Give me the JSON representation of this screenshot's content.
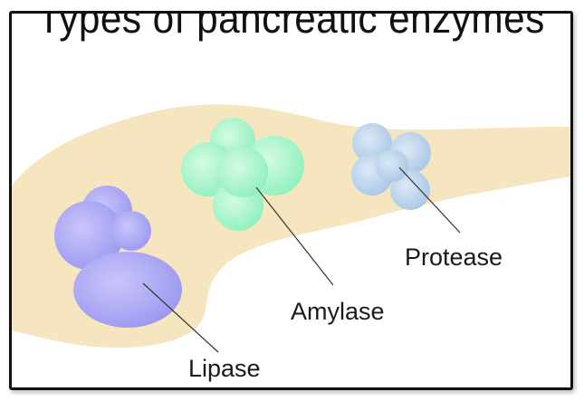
{
  "title": "Types of pancreatic enzymes",
  "labels": {
    "lipase": "Lipase",
    "amylase": "Amylase",
    "protease": "Protease"
  },
  "colors": {
    "pancreas": "#f5e6c0",
    "lipase": "#aaa6f4",
    "amylase": "#a4f4c8",
    "protease": "#b8d2ec",
    "frame": "#111111"
  }
}
